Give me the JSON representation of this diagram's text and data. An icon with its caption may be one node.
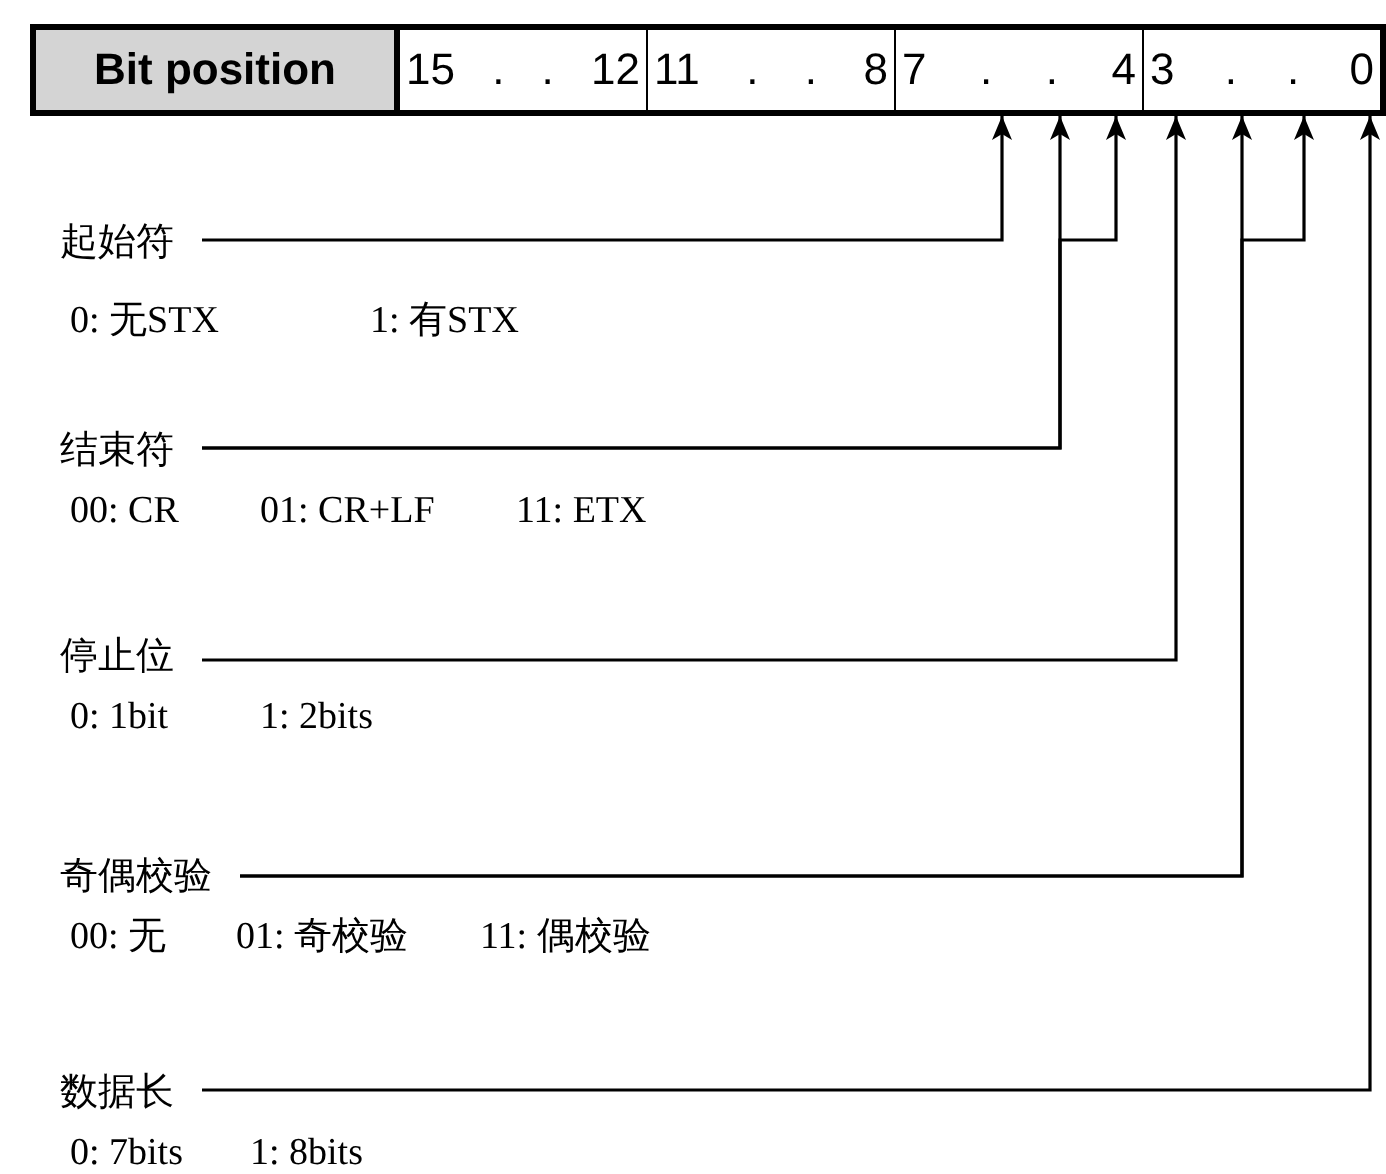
{
  "diagram": {
    "nodes": [
      {
        "text": [
          "Bit position"
        ]
      },
      {
        "text": [
          "15 . . 12"
        ]
      },
      {
        "text": [
          "11 . . 8"
        ]
      },
      {
        "text": [
          "7 . . 4"
        ]
      },
      {
        "text": [
          "3 . . 0"
        ]
      },
      {
        "text": [
          "起始符"
        ]
      },
      {
        "text": [
          "结束符"
        ]
      },
      {
        "text": [
          "停止位"
        ]
      },
      {
        "text": [
          "奇偶校验"
        ]
      },
      {
        "text": [
          "数据长"
        ]
      }
    ],
    "edges": [
      {
        "from": 5,
        "to": 3,
        "arrow": "to"
      },
      {
        "from": 6,
        "to": 3,
        "arrow": "to"
      },
      {
        "from": 6,
        "to": 3,
        "arrow": "to"
      },
      {
        "from": 7,
        "to": 4,
        "arrow": "to"
      },
      {
        "from": 8,
        "to": 4,
        "arrow": "to"
      },
      {
        "from": 8,
        "to": 4,
        "arrow": "to"
      },
      {
        "from": 9,
        "to": 4,
        "arrow": "to"
      }
    ],
    "labels": [
      "0: 无STX",
      "1: 有STX",
      "00: CR",
      "01: CR+LF",
      "11: ETX",
      "0: 1bit",
      "1: 2bits",
      "00: 无",
      "01: 奇校验",
      "11: 偶校验",
      "0: 7bits",
      "1: 8bits"
    ]
  }
}
